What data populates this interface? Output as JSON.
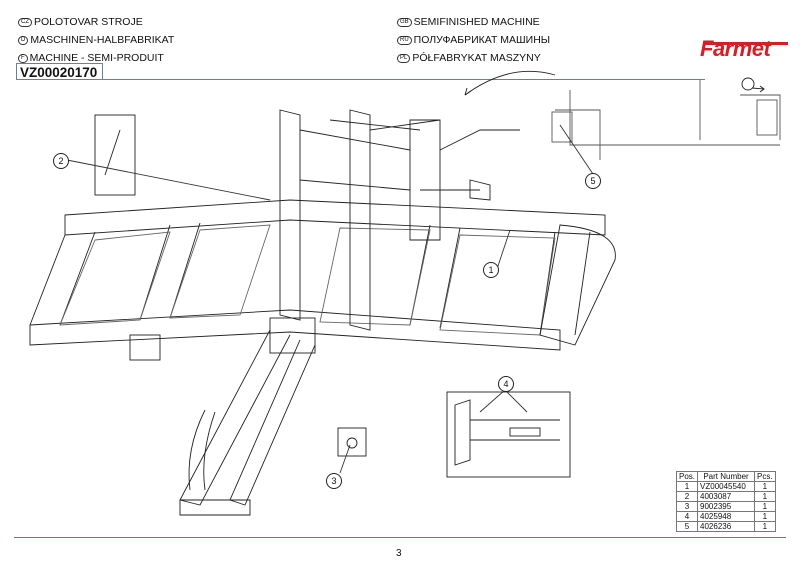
{
  "header": {
    "left": [
      {
        "flag": "CZ",
        "text": "POLOTOVAR STROJE"
      },
      {
        "flag": "D",
        "text": "MASCHINEN-HALBFABRIKAT"
      },
      {
        "flag": "F",
        "text": "MACHINE - SEMI-PRODUIT"
      }
    ],
    "right": [
      {
        "flag": "GB",
        "text": "SEMIFINISHED MACHINE"
      },
      {
        "flag": "RU",
        "text": "ПОЛУФАБРИКАТ МАШИНЫ"
      },
      {
        "flag": "PL",
        "text": "PÓŁFABRYKAT MASZYNY"
      }
    ],
    "part_code": "VZ00020170",
    "logo": "Farmet"
  },
  "callouts": [
    "1",
    "2",
    "3",
    "4",
    "5"
  ],
  "parts_table": {
    "headers": [
      "Pos.",
      "Part Number",
      "Pcs."
    ],
    "rows": [
      [
        "1",
        "VZ00045540",
        "1"
      ],
      [
        "2",
        "4003087",
        "1"
      ],
      [
        "3",
        "9002395",
        "1"
      ],
      [
        "4",
        "4025948",
        "1"
      ],
      [
        "5",
        "4026236",
        "1"
      ]
    ]
  },
  "page_number": "3"
}
